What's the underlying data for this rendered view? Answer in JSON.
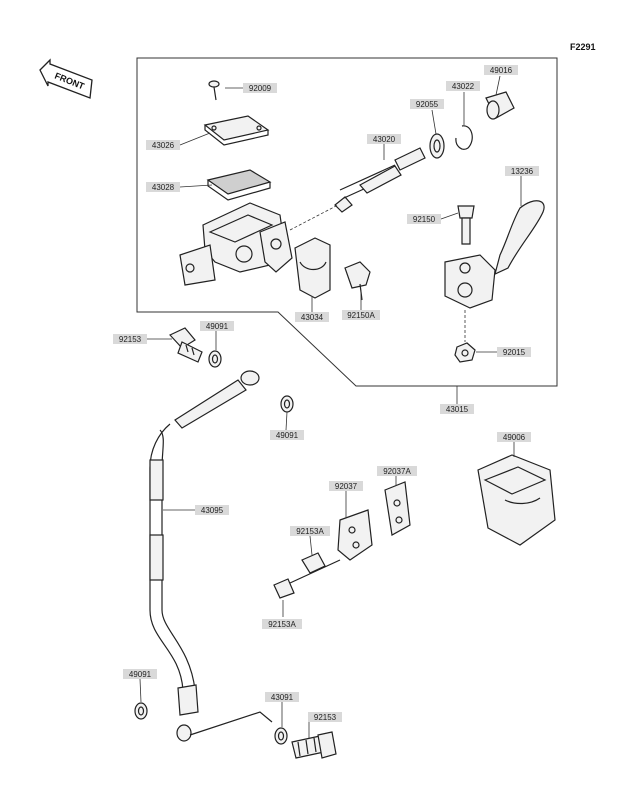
{
  "diagram_ref": "F2291",
  "front_label": "FRONT",
  "parts": {
    "p92009": "92009",
    "p43026a": "43026",
    "p43028": "43028",
    "p43020": "43020",
    "p92055": "92055",
    "p43022": "43022",
    "p49016": "49016",
    "p13236": "13236",
    "p92150": "92150",
    "p43034": "43034",
    "p92150a": "92150A",
    "p92015": "92015",
    "p43015": "43015",
    "p92153": "92153",
    "p49091a": "49091",
    "p49091b": "49091",
    "p43095": "43095",
    "p49006": "49006",
    "p92037": "92037",
    "p92037a": "92037A",
    "p92153a": "92153A",
    "p92153a2": "92153A",
    "p49091c": "49091",
    "p43091": "43091",
    "p92153b": "92153"
  }
}
